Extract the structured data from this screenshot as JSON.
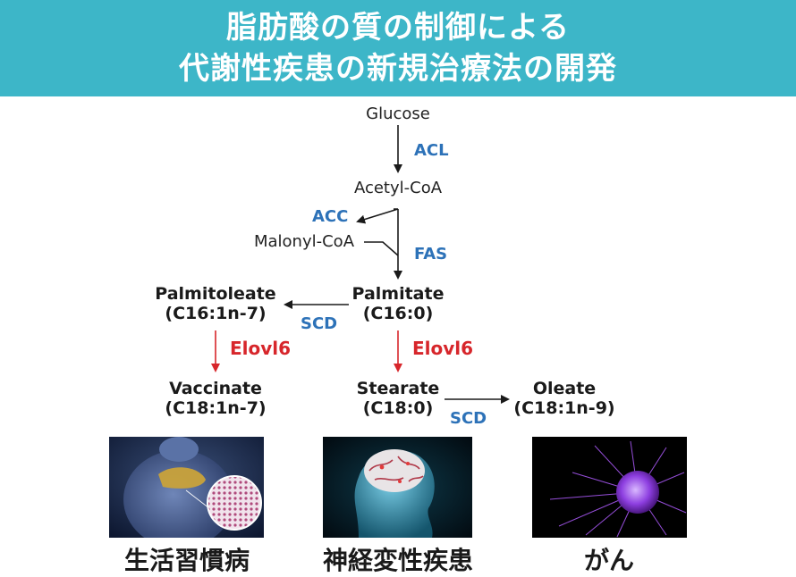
{
  "header": {
    "title_line1": "脂肪酸の質の制御による",
    "title_line2": "代謝性疾患の新規治療法の開発",
    "bg_color": "#3db6c8"
  },
  "pathway": {
    "glucose": "Glucose",
    "acetyl_coa": "Acetyl-CoA",
    "malonyl_coa": "Malonyl-CoA",
    "palmitate": "Palmitate",
    "palmitate_code": "(C16:0)",
    "palmitoleate": "Palmitoleate",
    "palmitoleate_code": "(C16:1n-7)",
    "vaccinate": "Vaccinate",
    "vaccinate_code": "(C18:1n-7)",
    "stearate": "Stearate",
    "stearate_code": "(C18:0)",
    "oleate": "Oleate",
    "oleate_code": "(C18:1n-9)",
    "enzymes": {
      "acl": "ACL",
      "acc": "ACC",
      "fas": "FAS",
      "scd_left": "SCD",
      "scd_right": "SCD",
      "elovl6_left": "Elovl6",
      "elovl6_right": "Elovl6"
    },
    "colors": {
      "enzyme_blue": "#2d72b8",
      "elovl_red": "#d7262b",
      "arrow": "#1a1a1a"
    }
  },
  "panels": {
    "left_caption": "生活習慣病",
    "center_caption": "神経変性疾患",
    "right_caption": "がん",
    "left_image": "obesity-liver-illustration",
    "center_image": "brain-illustration",
    "right_image": "cancer-cell-illustration"
  }
}
